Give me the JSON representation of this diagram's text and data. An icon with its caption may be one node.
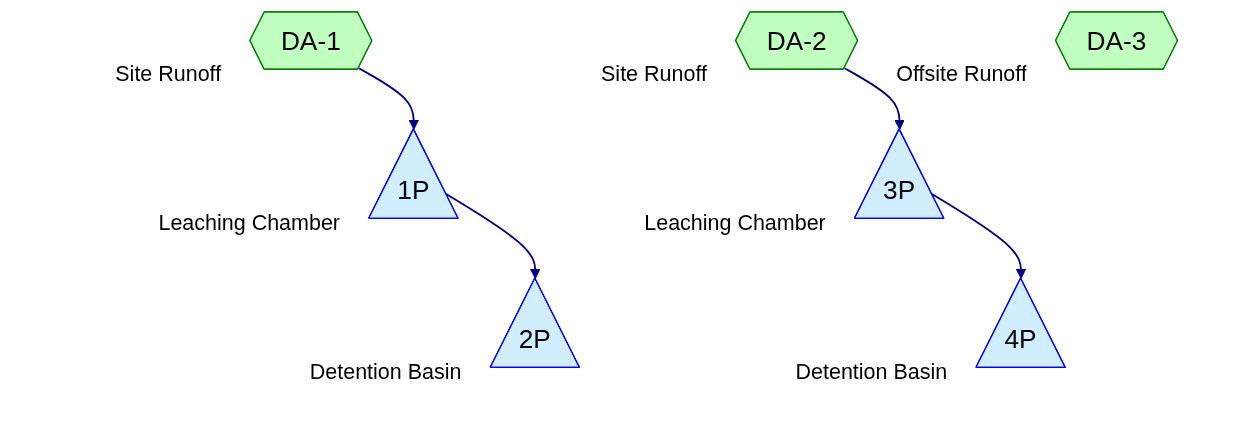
{
  "diagram": {
    "nodes": [
      {
        "text": [
          "DA-1"
        ],
        "beside": [
          "Site Runoff"
        ]
      },
      {
        "text": [
          "1P"
        ],
        "beside": [
          "Leaching Chamber"
        ]
      },
      {
        "text": [
          "2P"
        ],
        "beside": [
          "Detention Basin"
        ]
      },
      {
        "text": [
          "DA-2"
        ],
        "beside": [
          "Site Runoff"
        ]
      },
      {
        "text": [
          "3P"
        ],
        "beside": [
          "Leaching Chamber"
        ]
      },
      {
        "text": [
          "4P"
        ],
        "beside": [
          "Detention Basin"
        ]
      },
      {
        "text": [
          "DA-3"
        ],
        "beside": [
          "Offsite Runoff"
        ]
      }
    ],
    "edges": [
      {
        "from": 0,
        "to": 1,
        "arrow": "to"
      },
      {
        "from": 1,
        "to": 2,
        "arrow": "to"
      },
      {
        "from": 3,
        "to": 4,
        "arrow": "to"
      },
      {
        "from": 4,
        "to": 5,
        "arrow": "to"
      }
    ]
  }
}
